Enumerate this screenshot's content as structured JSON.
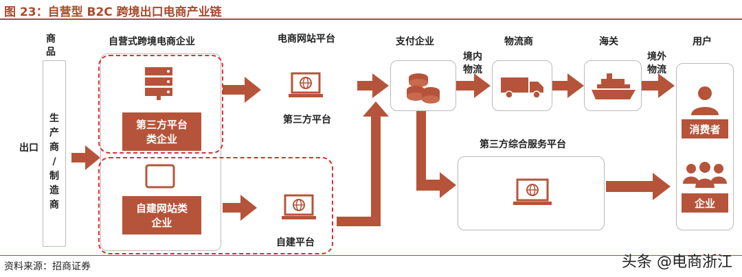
{
  "title": "图 23：自营型 B2C 跨境出口电商产业链",
  "nodes": {
    "export": "出口",
    "goods": "商品",
    "producer": [
      "生",
      "产",
      "商",
      "/",
      "制",
      "造",
      "商"
    ],
    "self_ecom_heading": "自营式跨境电商企业",
    "third_platform_type": [
      "第三方平台",
      "类企业"
    ],
    "self_site_type": [
      "自建网站类",
      "企业"
    ],
    "ecom_site_heading": "电商网站平台",
    "third_party_platform": "第三方平台",
    "self_built_platform": "自建平台",
    "payment": "支付企业",
    "domestic_logistics": [
      "境内",
      "物流"
    ],
    "logistics_provider": "物流商",
    "customs": "海关",
    "overseas_logistics": [
      "境外",
      "物流"
    ],
    "users": "用户",
    "consumer": "消费者",
    "enterprise": "企业",
    "third_party_service": "第三方综合服务平台"
  },
  "source": "资料来源：招商证券",
  "watermark": "头条 @电商浙江",
  "colors": {
    "accent": "#b5543a",
    "title": "#a94a2b",
    "dash": "#d9302c"
  }
}
